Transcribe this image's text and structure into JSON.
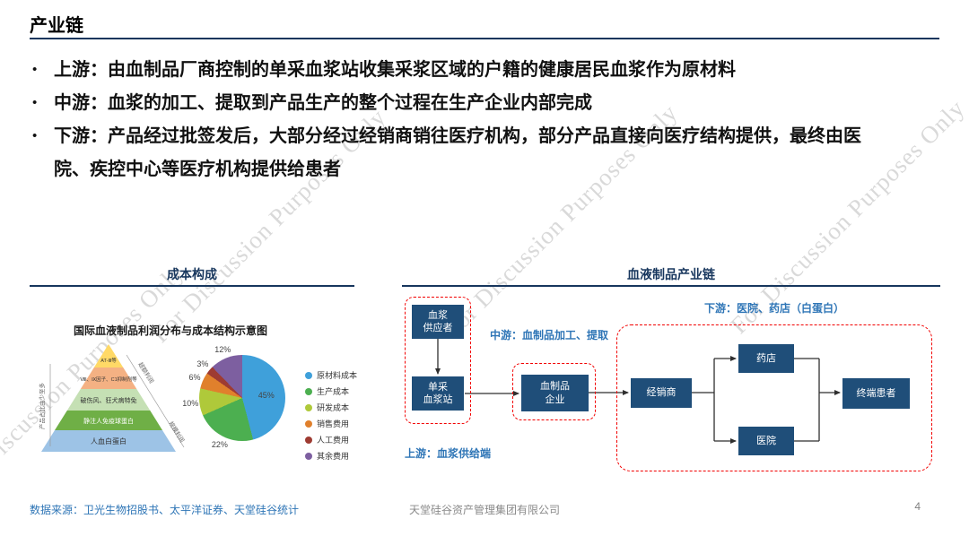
{
  "page": {
    "title": "产业链",
    "watermark": "For Discussion Purposes Only",
    "page_number": "4",
    "footer": {
      "source": "数据来源：卫光生物招股书、太平洋证券、天堂硅谷统计",
      "company": "天堂硅谷资产管理集团有限公司"
    }
  },
  "bullets": [
    "上游：由血制品厂商控制的单采血浆站收集采浆区域的户籍的健康居民血浆作为原材料",
    "中游：血浆的加工、提取到产品生产的整个过程在生产企业内部完成",
    "下游：产品经过批签发后，大部分经过经销商销往医疗机构，部分产品直接向医疗结构提供，最终由医院、疾控中心等医疗机构提供给患者"
  ],
  "cost_section": {
    "header": "成本构成",
    "chart_title": "国际血液制品利润分布与成本结构示意图",
    "pyramid": {
      "levels": [
        "AT-Ⅲ等",
        "Ⅷ、Ⅸ因子、C1抑制剂等",
        "破伤风、狂犬病特免",
        "静注人免疫球蛋白",
        "人血白蛋白"
      ],
      "left_label": "产品占比由少至多",
      "right_top_label": "超额利润",
      "right_bottom_label": "规模利润",
      "colors": [
        "#FFD966",
        "#F4B183",
        "#C5E0B4",
        "#6FAF46",
        "#9DC3E6"
      ]
    }
  },
  "chart_data": {
    "type": "pie",
    "title": "国际血液制品利润分布与成本结构示意图",
    "labels": [
      "原材料成本",
      "生产成本",
      "研发成本",
      "销售费用",
      "人工费用",
      "其余费用"
    ],
    "values": [
      45,
      22,
      10,
      6,
      3,
      12
    ],
    "unit": "%",
    "colors": [
      "#3FA0DA",
      "#4CAF50",
      "#AFC93A",
      "#E0802C",
      "#9E3B32",
      "#7D5FA0"
    ],
    "legend_position": "right"
  },
  "chain_section": {
    "header": "血液制品产业链",
    "stage_labels": {
      "upstream": "上游：血浆供给端",
      "midstream": "中游：血制品加工、提取",
      "downstream": "下游：医院、药店（白蛋白）"
    },
    "nodes": {
      "plasma_supplier": "血浆\n供应者",
      "plasma_station": "单采\n血浆站",
      "manufacturer": "血制品\n企业",
      "distributor": "经销商",
      "pharmacy": "药店",
      "hospital": "医院",
      "patient": "终端患者"
    }
  },
  "theme": {
    "accent_navy": "#17365D",
    "node_navy": "#1F4E79",
    "stage_label_blue": "#2E75B6",
    "dashed_red": "#F20000",
    "footer_gray": "#8A8A8A",
    "watermark_gray": "#808080"
  }
}
